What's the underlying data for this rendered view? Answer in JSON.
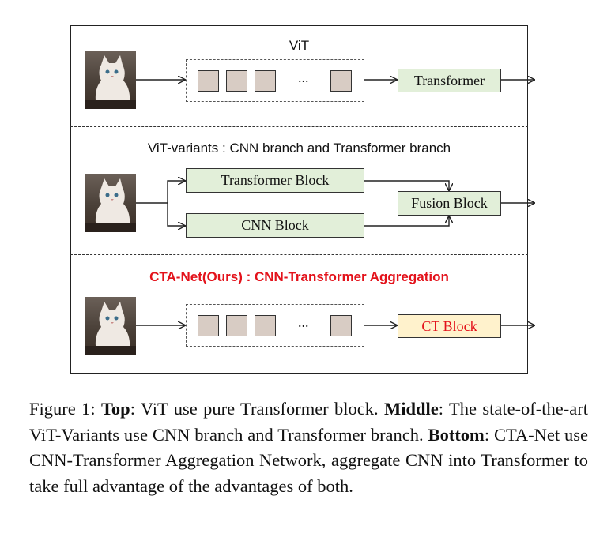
{
  "figure": {
    "top": {
      "title": "ViT",
      "ellipsis": "...",
      "block_label": "Transformer"
    },
    "middle": {
      "title": "ViT-variants : CNN branch and Transformer branch",
      "transformer_block": "Transformer Block",
      "cnn_block": "CNN Block",
      "fusion_block": "Fusion Block"
    },
    "bottom": {
      "title": "CTA-Net(Ours) : CNN-Transformer Aggregation",
      "ellipsis": "...",
      "block_label": "CT Block"
    }
  },
  "caption": {
    "prefix": "Figure 1: ",
    "top_label": "Top",
    "top_text": ": ViT use pure Transformer block. ",
    "middle_label": "Middle",
    "middle_text": ": The state-of-the-art ViT-Variants use CNN branch and Transformer branch. ",
    "bottom_label": "Bottom",
    "bottom_text": ": CTA-Net use CNN-Transformer Aggregation Network, aggregate CNN into Transformer to take full advantage of the advantages of both."
  },
  "colors": {
    "block_green": "#e2efd9",
    "block_orange": "#fff2cc",
    "token_fill": "#d8ccc4",
    "highlight_red": "#e3121b"
  }
}
